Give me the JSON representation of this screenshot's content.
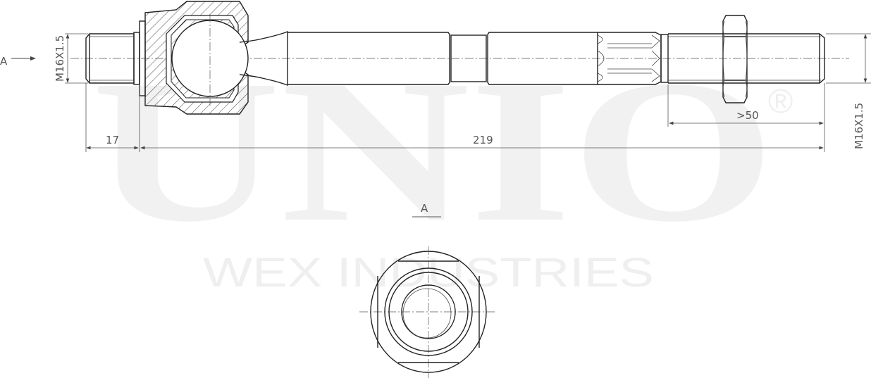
{
  "watermark": {
    "brand": "UNIO",
    "registered_mark": "®",
    "company": "WEX INDUSTRIES"
  },
  "drawing": {
    "part": "inner tie rod (axial joint)",
    "view_arrow_label": "A",
    "section_view_label": "A",
    "dimensions": {
      "left_thread": "M16X1.5",
      "left_thread_length": "17",
      "overall_length": "219",
      "right_thread_length": ">50",
      "right_thread": "M16X1.5"
    }
  },
  "colors": {
    "line": "#222222",
    "dimension": "#555555",
    "watermark": "#f1f1f1"
  }
}
